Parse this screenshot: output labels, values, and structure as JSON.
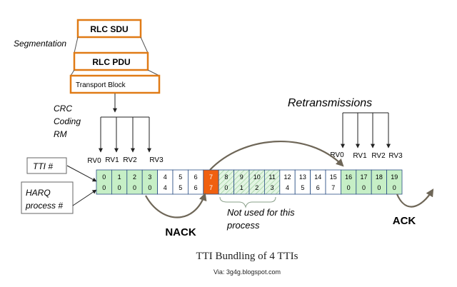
{
  "boxes": {
    "rlc_sdu": "RLC SDU",
    "rlc_pdu": "RLC PDU",
    "transport_block": "Transport Block",
    "tti": "TTI #",
    "harq_line1": "HARQ",
    "harq_line2": "process #"
  },
  "labels": {
    "segmentation": "Segmentation",
    "crc": "CRC",
    "coding": "Coding",
    "rm": "RM",
    "retransmissions": "Retransmissions",
    "nack": "NACK",
    "ack": "ACK",
    "not_used_line1": "Not used for this",
    "not_used_line2": "process",
    "caption": "TTI Bundling of 4 TTIs",
    "via": "Via: 3g4g.blogspot.com"
  },
  "rv_first": [
    "RV0",
    "RV1",
    "RV2",
    "RV3"
  ],
  "rv_second": [
    "RV0",
    "RV1",
    "RV2",
    "RV3"
  ],
  "cells": [
    {
      "tti": "0",
      "harq": "0",
      "state": "tx"
    },
    {
      "tti": "1",
      "harq": "0",
      "state": "tx"
    },
    {
      "tti": "2",
      "harq": "0",
      "state": "tx"
    },
    {
      "tti": "3",
      "harq": "0",
      "state": "tx"
    },
    {
      "tti": "4",
      "harq": "4",
      "state": "other"
    },
    {
      "tti": "5",
      "harq": "5",
      "state": "other"
    },
    {
      "tti": "6",
      "harq": "6",
      "state": "other"
    },
    {
      "tti": "7",
      "harq": "7",
      "state": "nack"
    },
    {
      "tti": "8",
      "harq": "0",
      "state": "unused"
    },
    {
      "tti": "9",
      "harq": "1",
      "state": "unused"
    },
    {
      "tti": "10",
      "harq": "2",
      "state": "unused"
    },
    {
      "tti": "11",
      "harq": "3",
      "state": "unused"
    },
    {
      "tti": "12",
      "harq": "4",
      "state": "other"
    },
    {
      "tti": "13",
      "harq": "5",
      "state": "other"
    },
    {
      "tti": "14",
      "harq": "6",
      "state": "other"
    },
    {
      "tti": "15",
      "harq": "7",
      "state": "other"
    },
    {
      "tti": "16",
      "harq": "0",
      "state": "tx"
    },
    {
      "tti": "17",
      "harq": "0",
      "state": "tx"
    },
    {
      "tti": "18",
      "harq": "0",
      "state": "tx"
    },
    {
      "tti": "19",
      "harq": "0",
      "state": "tx"
    }
  ],
  "colors": {
    "box_border": "#e07b16",
    "tx_fill": "#c6efc6",
    "nack_fill": "#f06010",
    "unused_fill": "#e3f5e3",
    "hatch": "#9ccf9c",
    "cell_border": "#2a4f85",
    "arrow": "#6e6657",
    "bracket": "#8aa08a"
  }
}
